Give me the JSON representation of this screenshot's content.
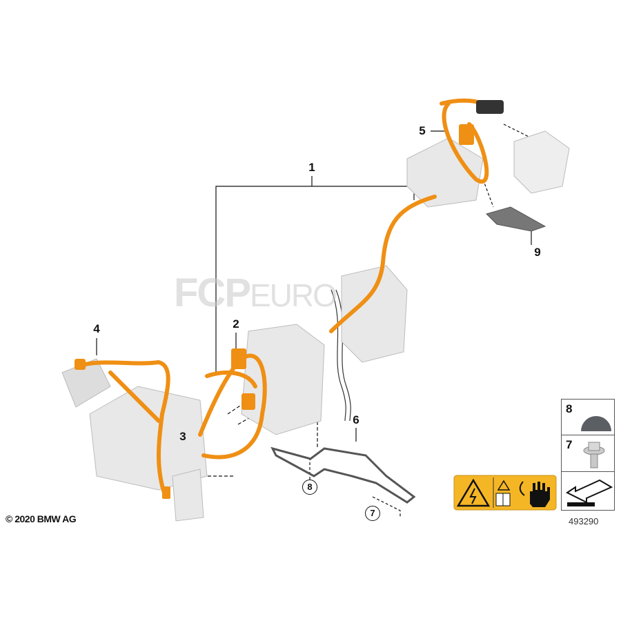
{
  "callouts": {
    "c1": "1",
    "c2": "2",
    "c3": "3",
    "c4": "4",
    "c5": "5",
    "c6": "6",
    "c7": "7",
    "c8": "8",
    "c9": "9"
  },
  "legend": [
    {
      "number": "8",
      "part": "cap-icon"
    },
    {
      "number": "7",
      "part": "bolt-icon"
    },
    {
      "number": "",
      "part": "arrow-icon"
    }
  ],
  "warning_label": {
    "icons": [
      "high-voltage-icon",
      "read-manual-icon",
      "protective-glove-icon"
    ],
    "color": "#f5b626"
  },
  "watermark": {
    "main": "FCP",
    "sub": "EURO"
  },
  "copyright": "© 2020 BMW AG",
  "diagram_number": "493290",
  "colors": {
    "cable": "#f0961e",
    "housing": "#e6e6e6",
    "line": "#111111"
  }
}
